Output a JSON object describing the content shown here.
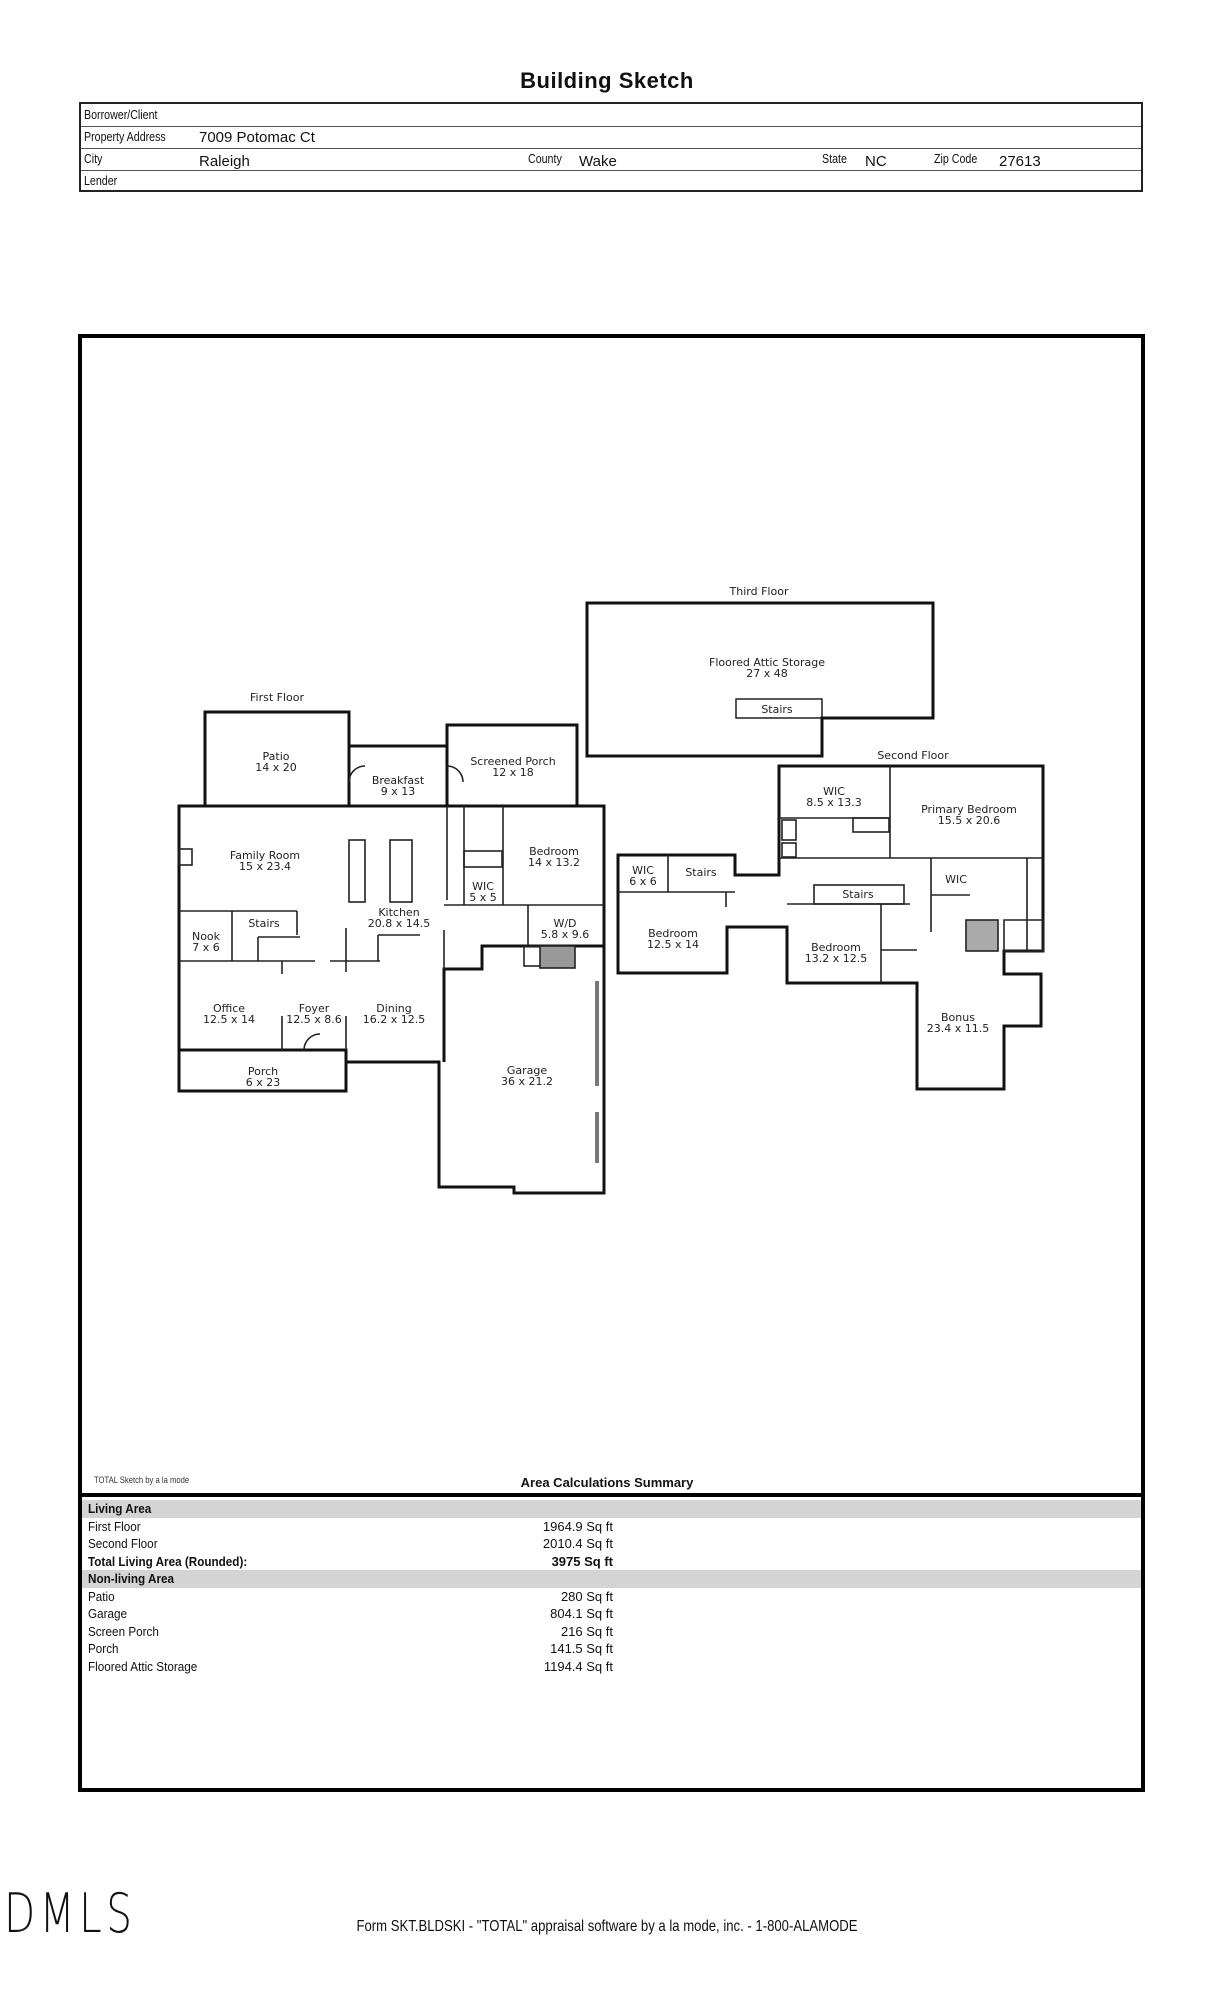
{
  "title": "Building Sketch",
  "header": {
    "borrower_label": "Borrower/Client",
    "borrower_value": "",
    "address_label": "Property Address",
    "address_value": "7009 Potomac Ct",
    "city_label": "City",
    "city_value": "Raleigh",
    "county_label": "County",
    "county_value": "Wake",
    "state_label": "State",
    "state_value": "NC",
    "zip_label": "Zip Code",
    "zip_value": "27613",
    "lender_label": "Lender",
    "lender_value": ""
  },
  "floors": {
    "first": "First Floor",
    "second": "Second Floor",
    "third": "Third Floor"
  },
  "rooms": [
    {
      "name": "Patio",
      "dims": "14 x 20"
    },
    {
      "name": "Breakfast",
      "dims": "9 x 13"
    },
    {
      "name": "Screened Porch",
      "dims": "12 x 18"
    },
    {
      "name": "Family Room",
      "dims": "15 x 23.4"
    },
    {
      "name": "Bedroom",
      "dims": "14 x 13.2"
    },
    {
      "name": "WIC",
      "dims": "5 x 5"
    },
    {
      "name": "Kitchen",
      "dims": "20.8 x 14.5"
    },
    {
      "name": "Stairs",
      "dims": ""
    },
    {
      "name": "Nook",
      "dims": "7 x 6"
    },
    {
      "name": "W/D",
      "dims": "5.8 x 9.6"
    },
    {
      "name": "Office",
      "dims": "12.5 x 14"
    },
    {
      "name": "Foyer",
      "dims": "12.5 x 8.6"
    },
    {
      "name": "Dining",
      "dims": "16.2 x 12.5"
    },
    {
      "name": "Porch",
      "dims": "6 x 23"
    },
    {
      "name": "Garage",
      "dims": "36 x 21.2"
    },
    {
      "name": "Floored Attic Storage",
      "dims": "27 x 48"
    },
    {
      "name": "Stairs",
      "dims": ""
    },
    {
      "name": "WIC",
      "dims": "8.5 x 13.3"
    },
    {
      "name": "Primary Bedroom",
      "dims": "15.5 x 20.6"
    },
    {
      "name": "WIC",
      "dims": "6 x 6"
    },
    {
      "name": "Stairs",
      "dims": ""
    },
    {
      "name": "WIC",
      "dims": ""
    },
    {
      "name": "Stairs",
      "dims": ""
    },
    {
      "name": "Bedroom",
      "dims": "12.5 x 14"
    },
    {
      "name": "Bedroom",
      "dims": "13.2 x 12.5"
    },
    {
      "name": "Bonus",
      "dims": "23.4 x 11.5"
    }
  ],
  "summary": {
    "credit": "TOTAL Sketch by a la mode",
    "title": "Area Calculations Summary",
    "living_header": "Living Area",
    "living": [
      {
        "name": "First Floor",
        "value": "1964.9 Sq ft"
      },
      {
        "name": "Second Floor",
        "value": "2010.4 Sq ft"
      }
    ],
    "total": {
      "name": "Total Living Area (Rounded):",
      "value": "3975 Sq ft"
    },
    "nonliving_header": "Non-living Area",
    "nonliving": [
      {
        "name": "Patio",
        "value": "280 Sq ft"
      },
      {
        "name": "Garage",
        "value": "804.1 Sq ft"
      },
      {
        "name": "Screen Porch",
        "value": "216 Sq ft"
      },
      {
        "name": "Porch",
        "value": "141.5 Sq ft"
      },
      {
        "name": "Floored Attic Storage",
        "value": "1194.4 Sq ft"
      }
    ]
  },
  "logo": "DMLS",
  "footer": "Form SKT.BLDSKI - \"TOTAL\" appraisal software by a la mode, inc. - 1-800-ALAMODE"
}
